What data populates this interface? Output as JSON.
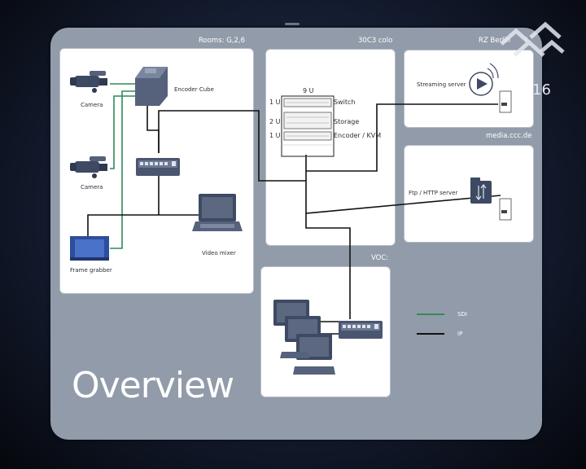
{
  "headers": {
    "rooms": "Rooms:   G,2,6",
    "colo": "30C3 colo",
    "rz": "RZ Berlin",
    "rz_suffix": "?",
    "media": "media.ccc.de",
    "voc": "VOC:"
  },
  "rooms": {
    "camera1": "Camera",
    "camera2": "Camera",
    "encoder_cube": "Encoder Cube",
    "frame_grabber": "Frame grabber",
    "video_mixer": "Video mixer"
  },
  "colo": {
    "rack_units": "9 U",
    "rows": [
      {
        "units": "1 U",
        "name": "Switch"
      },
      {
        "units": "2 U",
        "name": "Storage"
      },
      {
        "units": "1 U",
        "name": "Encoder / KVM"
      }
    ]
  },
  "rz": {
    "streaming_server": "Streaming server",
    "ftp_server": "Ftp / HTTP server"
  },
  "legend": {
    "sdi": {
      "label": "SDI",
      "color": "#2e8b57"
    },
    "ip": {
      "label": "IP",
      "color": "#111111"
    }
  },
  "logo": {
    "year_fragment": "16"
  },
  "slide_title": "Overview"
}
